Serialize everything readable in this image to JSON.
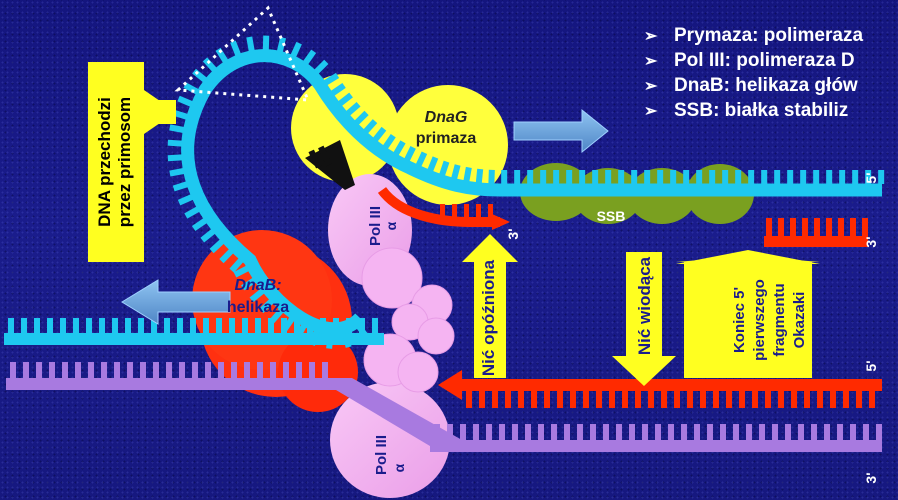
{
  "legend": {
    "bullet_glyph": "➢",
    "items": [
      "Prymaza: polimeraza",
      "Pol III: polimeraza D",
      "DnaB: helikaza głów",
      "SSB: białka stabiliz"
    ]
  },
  "labels": {
    "dna_passes_line1": "DNA przechodzi",
    "dna_passes_line2": "przez primosom",
    "dnag_line1": "DnaG",
    "dnag_line2": "primaza",
    "dnab_line1": "DnaB:",
    "dnab_line2": "helikaza",
    "pol_upper_line1": "Pol III",
    "pol_upper_line2": "α",
    "pol_lower_line1": "Pol III",
    "pol_lower_line2": "α",
    "ssb": "SSB",
    "lagging_strand": "Nić opóźniona",
    "leading_strand": "Nić wiodąca",
    "okazaki_line1": "Koniec 5'",
    "okazaki_line2": "pierwszego",
    "okazaki_line3": "fragmentu",
    "okazaki_line4": "Okazaki",
    "end_3_primer": "3'",
    "end_3_right_upper": "3'",
    "end_5_right_top": "5'",
    "end_5_right_lower": "5'",
    "end_3_right_bottom": "3'"
  },
  "colors": {
    "background": "#1a1c8c",
    "dna_blue": "#1ec8f0",
    "dna_red": "#ff2a00",
    "dna_violet": "#a87ae0",
    "primase_yellow": "#ffff3c",
    "pol_pink": "#f4aef0",
    "helicase_red": "#ff3010",
    "ssb_green": "#7aa020",
    "arrow_yellow": "#ffff20",
    "arrow_blue": "#6fa0d8"
  }
}
